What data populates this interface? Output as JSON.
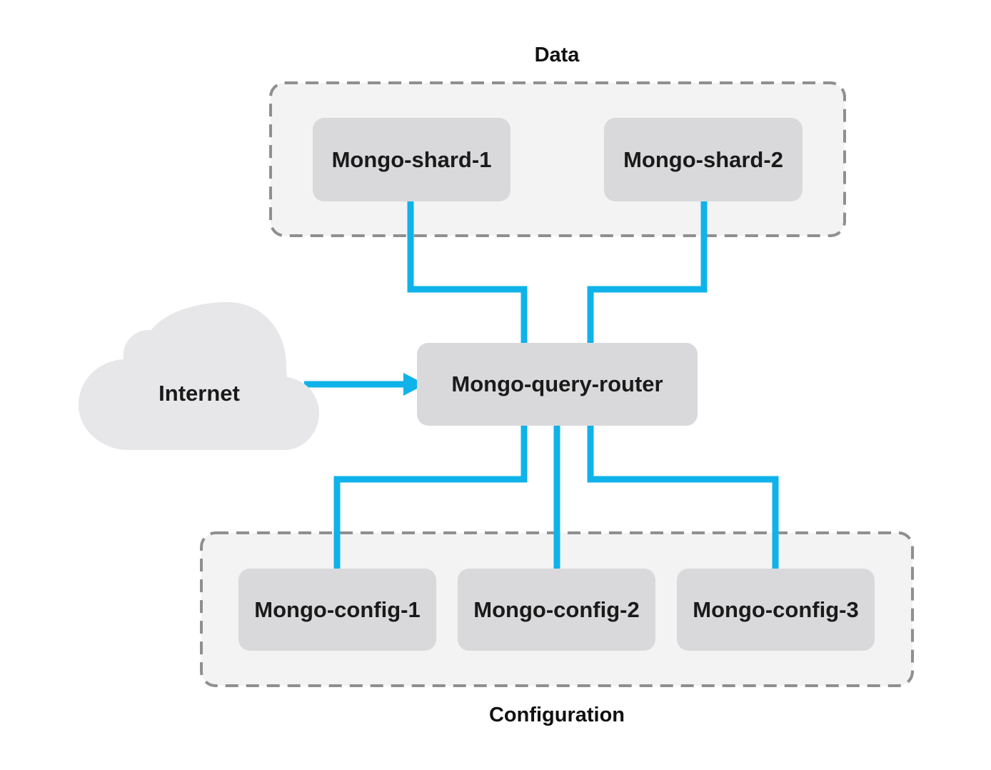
{
  "colors": {
    "connector": "#0fb3ea",
    "node_fill": "#d9d9db",
    "group_fill": "#f3f3f4",
    "group_border": "#8f8f8f",
    "cloud_fill": "#e7e7e9"
  },
  "groups": {
    "data": {
      "label": "Data"
    },
    "configuration": {
      "label": "Configuration"
    }
  },
  "nodes": {
    "shard_1": {
      "label": "Mongo-shard-1"
    },
    "shard_2": {
      "label": "Mongo-shard-2"
    },
    "query_router": {
      "label": "Mongo-query-router"
    },
    "config_1": {
      "label": "Mongo-config-1"
    },
    "config_2": {
      "label": "Mongo-config-2"
    },
    "config_3": {
      "label": "Mongo-config-3"
    },
    "internet": {
      "label": "Internet",
      "icon": "cloud-icon"
    }
  },
  "edges": [
    {
      "from": "shard_1",
      "to": "query_router"
    },
    {
      "from": "shard_2",
      "to": "query_router"
    },
    {
      "from": "internet",
      "to": "query_router",
      "arrow": true
    },
    {
      "from": "query_router",
      "to": "config_1"
    },
    {
      "from": "query_router",
      "to": "config_2"
    },
    {
      "from": "query_router",
      "to": "config_3"
    }
  ]
}
